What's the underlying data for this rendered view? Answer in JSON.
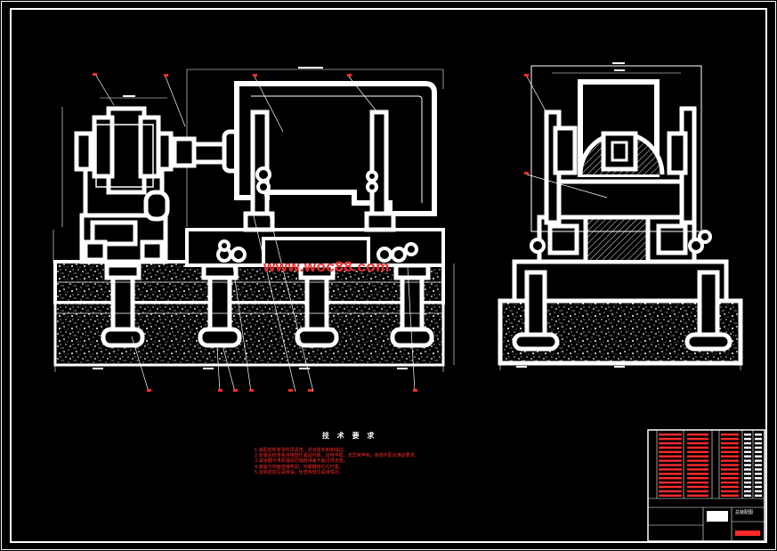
{
  "watermark": "www.woc88.com",
  "technical_requirements": {
    "title": "技 术 要 求",
    "items": [
      "1.装配前所有零件须清洗，并去除毛刺和锐边。",
      "2.安装后检查各连接部位紧固可靠，运转平稳，无异常声响，各部件配合满足要求。",
      "3.减速器与电机轴线同轴度误差不超过规定值。",
      "4.底座与地面连接牢固，地脚螺栓均匀拧紧。",
      "5.运转前加注润滑油，检查各部位润滑情况。"
    ]
  },
  "title_block": {
    "drawing_title": "总装配图"
  },
  "colors": {
    "background": "#000000",
    "linework": "#ffffff",
    "annotation": "#ff2a2a"
  }
}
